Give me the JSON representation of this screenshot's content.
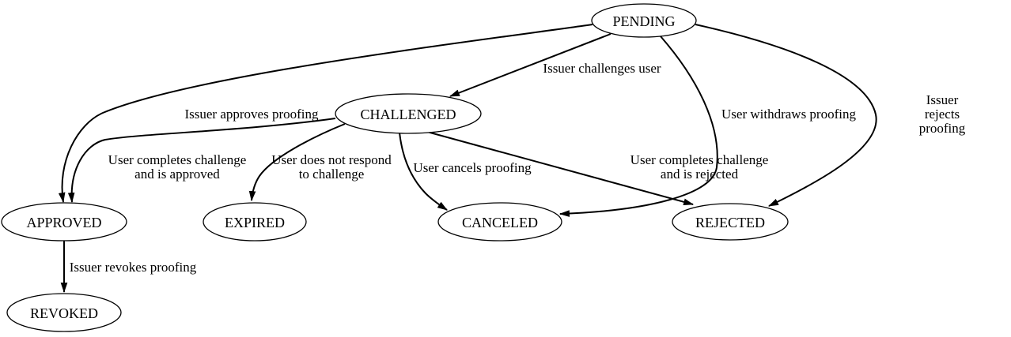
{
  "diagram": {
    "kind": "state-machine",
    "background_color": "#ffffff",
    "line_color": "#000000",
    "text_color": "#000000",
    "nodes": [
      {
        "id": "pending",
        "label": "PENDING"
      },
      {
        "id": "challenged",
        "label": "CHALLENGED"
      },
      {
        "id": "approved",
        "label": "APPROVED"
      },
      {
        "id": "expired",
        "label": "EXPIRED"
      },
      {
        "id": "canceled",
        "label": "CANCELED"
      },
      {
        "id": "rejected",
        "label": "REJECTED"
      },
      {
        "id": "revoked",
        "label": "REVOKED"
      }
    ],
    "edges": [
      {
        "from": "PENDING",
        "to": "CHALLENGED",
        "label": "Issuer challenges user"
      },
      {
        "from": "PENDING",
        "to": "APPROVED",
        "label": "Issuer approves proofing"
      },
      {
        "from": "PENDING",
        "to": "CANCELED",
        "label": "User withdraws proofing"
      },
      {
        "from": "PENDING",
        "to": "REJECTED",
        "label": "Issuer rejects proofing"
      },
      {
        "from": "CHALLENGED",
        "to": "APPROVED",
        "label": "User completes challenge\nand is approved"
      },
      {
        "from": "CHALLENGED",
        "to": "EXPIRED",
        "label": "User does not respond\nto challenge"
      },
      {
        "from": "CHALLENGED",
        "to": "CANCELED",
        "label": "User cancels proofing"
      },
      {
        "from": "CHALLENGED",
        "to": "REJECTED",
        "label": "User completes challenge\nand is rejected"
      },
      {
        "from": "APPROVED",
        "to": "REVOKED",
        "label": "Issuer revokes proofing"
      }
    ]
  }
}
